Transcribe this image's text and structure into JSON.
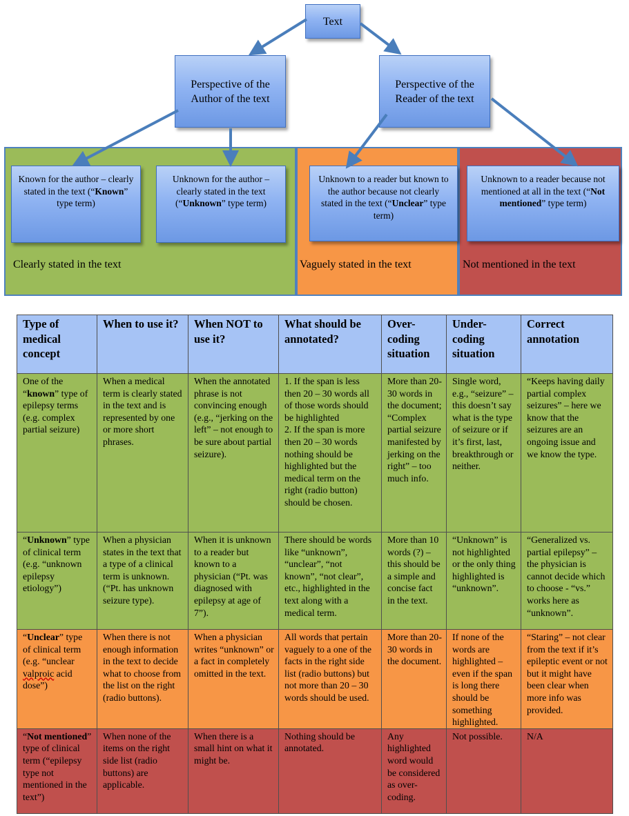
{
  "diagram": {
    "root": "Text",
    "author_box": "Perspective of the Author of the text",
    "reader_box": "Perspective of the Reader of the text",
    "regions": {
      "green": "Clearly stated in the text",
      "orange": "Vaguely stated in the text",
      "red": "Not mentioned in the text"
    },
    "leaves": {
      "known": {
        "pre": "Known for the author – clearly stated in the text (“",
        "bold": "Known",
        "post": "” type term)"
      },
      "unknown": {
        "pre": "Unknown for the author – clearly stated in the text (“",
        "bold": "Unknown",
        "post": "” type term)"
      },
      "unclear": {
        "pre": "Unknown to a reader but known to the author because not clearly stated in the text (“",
        "bold": "Unclear",
        "post": "” type term)"
      },
      "notmentioned": {
        "pre": "Unknown to a reader because not mentioned at all in the text (“",
        "bold": "Not mentioned",
        "post": "” type term)"
      }
    },
    "colors": {
      "green": "#9bbb59",
      "orange": "#f79646",
      "red": "#c0504d",
      "box_blue": "#8fb3f2",
      "arrow": "#4a7ebb"
    }
  },
  "table": {
    "headers": [
      "Type of medical concept",
      "When to use it?",
      "When NOT to use it?",
      "What should be annotated?",
      "Over-coding situation",
      "Under-coding situation",
      "Correct annotation"
    ],
    "rows": [
      {
        "c0": {
          "pre": "One of the “",
          "bold": "known",
          "post": "” type of epilepsy terms (e.g. complex partial seizure)"
        },
        "c1": "When a medical term is clearly stated in the text and is represented by one or more short phrases.",
        "c2": "When the annotated phrase is not convincing enough (e.g., “jerking on the left” – not enough to be sure about partial seizure).",
        "c3a": "1. If the span is less then 20 – 30 words all of those words should be highlighted",
        "c3b": "2. If the span is more then 20 – 30 words nothing should be highlighted but the medical term on the right (radio button) should be chosen.",
        "c4": "More than 20-30 words in the document; “Complex partial seizure manifested by jerking on the right” – too much info.",
        "c5": "Single word, e.g., “seizure” – this doesn’t say what is the type of seizure or if it’s first, last, breakthrough or neither.",
        "c6": "“Keeps having daily partial complex seizures” – here we know that the seizures are an ongoing issue and we know the type."
      },
      {
        "c0": {
          "pre": "“",
          "bold": "Unknown",
          "post": "” type of clinical term (e.g. “unknown epilepsy etiology”)"
        },
        "c1": "When a physician states in the text that a type of a clinical term is unknown. (“Pt. has unknown seizure type).",
        "c2": "When it is unknown to a reader but known to a physician (“Pt. was diagnosed with epilepsy at age of 7”).",
        "c3": "There should be words like “unknown”, “unclear”, “not known”, “not clear”, etc., highlighted in the text along with a medical term.",
        "c4": "More than 10 words (?) – this should be a simple and concise fact in the text.",
        "c5": "“Unknown” is not highlighted or the only thing highlighted is “unknown”.",
        "c6": "“Generalized vs. partial epilepsy” – the physician is cannot decide which to choose - “vs.” works here as “unknown”."
      },
      {
        "c0": {
          "pre": "“",
          "bold": "Unclear",
          "post": "” type of clinical term (e.g. “unclear ",
          "wavy": "valproic",
          "post2": " acid dose”)"
        },
        "c1": "When there is not enough information in the text to decide what to choose from the list on the right (radio buttons).",
        "c2": "When a physician writes “unknown” or a fact in completely omitted in the text.",
        "c3": "All words that pertain vaguely to a one of the facts in the right side list (radio buttons) but not more than 20 – 30 words should be used.",
        "c4": "More than 20-30 words in the document.",
        "c5": "If none of the words are highlighted – even if the span is long there should be something highlighted.",
        "c6": "“Staring” – not clear from the text if it’s epileptic event or not but it might have been clear when more info was provided."
      },
      {
        "c0": {
          "pre": "“",
          "bold": "Not mentioned",
          "post": "” type of clinical term (“epilepsy type not mentioned in the text”)"
        },
        "c1": "When none of the items on the right side list (radio buttons) are applicable.",
        "c2": "When there is a small hint on what it might be.",
        "c3": "Nothing should be annotated.",
        "c4": "Any highlighted word would be considered as over-coding.",
        "c5": "Not possible.",
        "c6": "N/A"
      }
    ]
  }
}
